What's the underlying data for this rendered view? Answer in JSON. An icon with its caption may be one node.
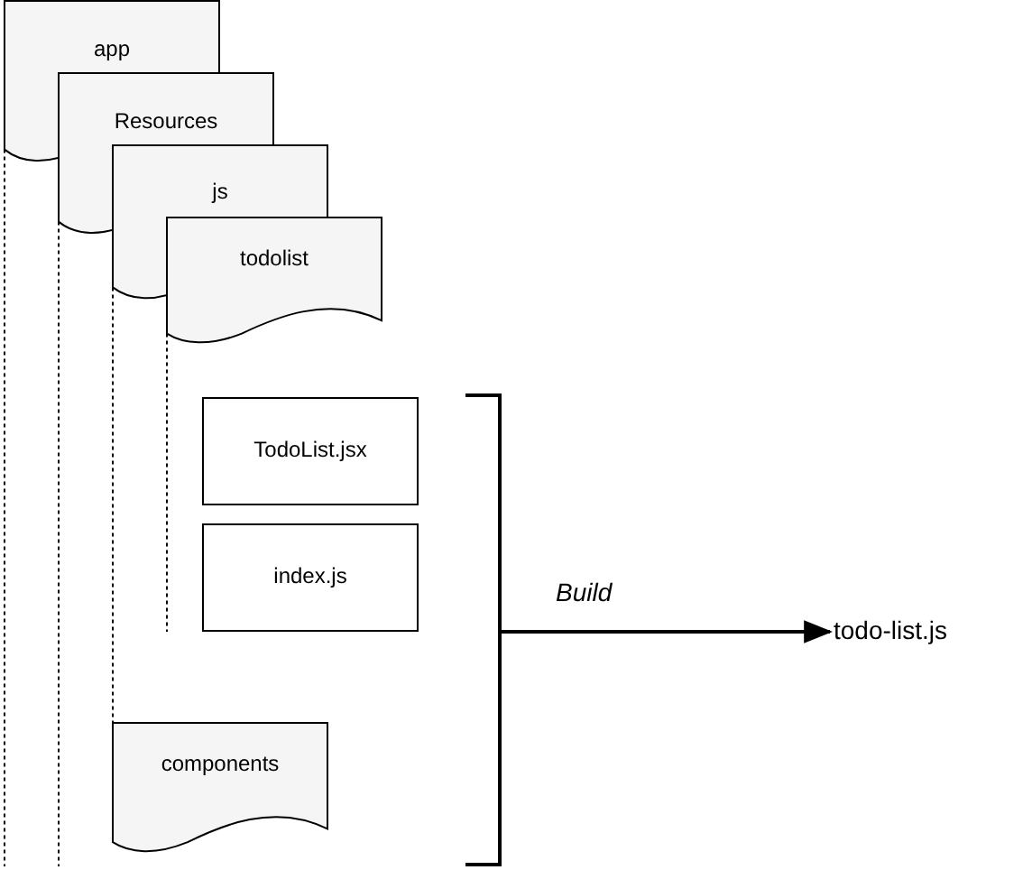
{
  "diagram": {
    "nodes": [
      {
        "text": [
          "app"
        ]
      },
      {
        "text": [
          "Resources"
        ]
      },
      {
        "text": [
          "js"
        ]
      },
      {
        "text": [
          "todolist"
        ]
      },
      {
        "text": [
          "TodoList.jsx"
        ]
      },
      {
        "text": [
          "index.js"
        ]
      },
      {
        "text": [
          "components"
        ]
      },
      {
        "text": [],
        "shape": "bracket"
      },
      {
        "text": [
          "todo-list.js"
        ]
      }
    ],
    "edges": [
      {
        "from": 0,
        "to": null,
        "arrow": "none",
        "style": "dashed"
      },
      {
        "from": 1,
        "to": null,
        "arrow": "none",
        "style": "dashed"
      },
      {
        "from": 2,
        "to": 6,
        "arrow": "none",
        "style": "dashed"
      },
      {
        "from": 3,
        "to": null,
        "arrow": "none",
        "style": "dashed"
      },
      {
        "from": 7,
        "to": 8,
        "arrow": "to",
        "label": "Build"
      }
    ]
  }
}
